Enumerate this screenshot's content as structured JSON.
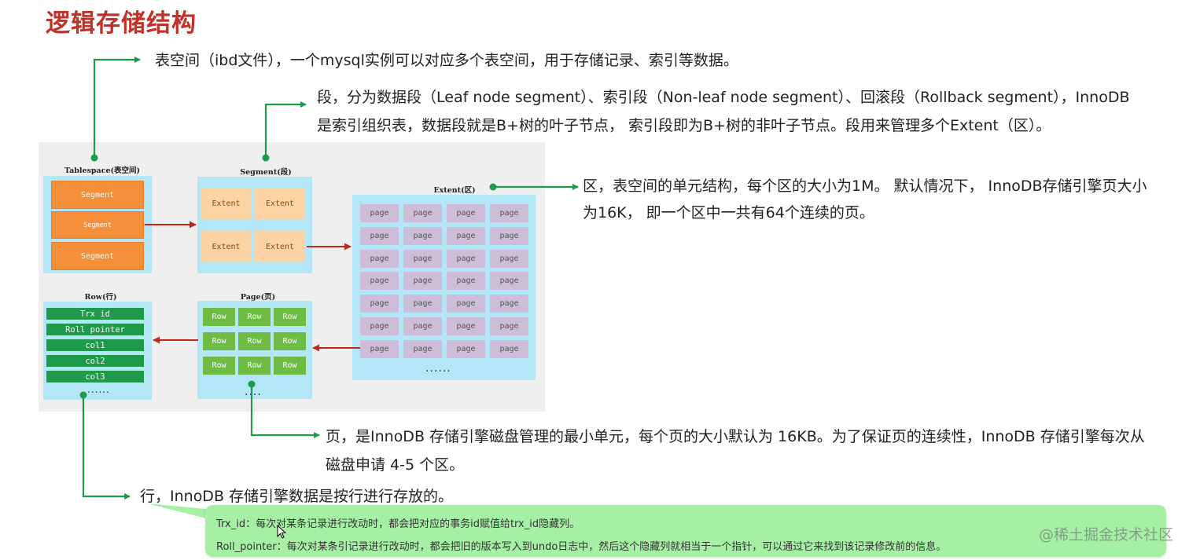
{
  "title": "逻辑存储结构",
  "descriptions": {
    "tablespace": "表空间（ibd文件），一个mysql实例可以对应多个表空间，用于存储记录、索引等数据。",
    "segment_line1": "段，分为数据段（Leaf node segment）、索引段（Non-leaf node segment）、回滚段（Rollback segment），InnoDB",
    "segment_line2": "是索引组织表，数据段就是B+树的叶子节点， 索引段即为B+树的非叶子节点。段用来管理多个Extent（区）。",
    "extent_line1": "区，表空间的单元结构，每个区的大小为1M。 默认情况下， InnoDB存储引擎页大小",
    "extent_line2": "为16K， 即一个区中一共有64个连续的页。",
    "page_line1": "页，是InnoDB 存储引擎磁盘管理的最小单元，每个页的大小默认为 16KB。为了保证页的连续性，InnoDB 存储引擎每次从",
    "page_line2": "磁盘申请 4-5 个区。",
    "row": "行，InnoDB 存储引擎数据是按行进行存放的。"
  },
  "diagram": {
    "tablespace_label": "Tablespace(表空间)",
    "segment_label": "Segment(段)",
    "extent_label": "Extent(区)",
    "page_label": "Page(页)",
    "row_label": "Row(行)",
    "segments": [
      "Segment",
      "Segment",
      "Segment"
    ],
    "extents": [
      "Extent",
      "Extent",
      "Extent",
      "Extent"
    ],
    "page_cell": "page",
    "page_rows": 7,
    "page_cols": 4,
    "row_cell": "Row",
    "row_fields": [
      "Trx id",
      "Roll pointer",
      "col1",
      "col2",
      "col3"
    ],
    "page_ellipsis": "......",
    "pagebox_ellipsis": "....",
    "row_ellipsis": "......"
  },
  "note": {
    "trx_id": "Trx_id：每次对某条记录进行改动时，都会把对应的事务id赋值给trx_id隐藏列。",
    "roll_pointer": "Roll_pointer：每次对某条引记录进行改动时，都会把旧的版本写入到undo日志中，然后这个隐藏列就相当于一个指针，可以通过它来找到该记录修改前的信息。"
  },
  "watermark": "@稀土掘金技术社区",
  "colors": {
    "title": "#c23027",
    "connector": "#1e9a4a",
    "flow_arrow": "#c0281e",
    "panel": "#b3e6f6",
    "segment": "#f58f3a",
    "extent": "#fcd3a4",
    "page": "#cdbdd8",
    "row": "#6dbd45",
    "row_field": "#1e9a4a",
    "note_bg": "#a6f0a6"
  },
  "icons": {
    "cursor": "mouse-pointer-icon"
  }
}
